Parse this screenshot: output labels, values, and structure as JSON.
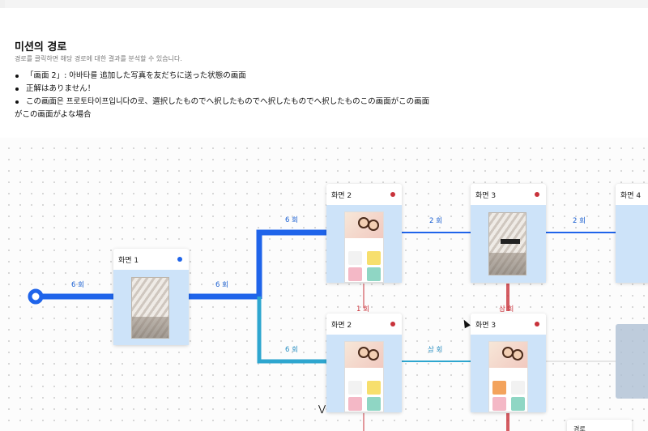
{
  "header": {
    "title": "미션의 경로",
    "subtitle": "경로를 클릭하면 해당 경로에 대한 결과를 분석할 수 있습니다."
  },
  "notes": [
    "「画面 2」: 아바타를 追加した写真を友だちに送った状態の画面",
    "正解はありません！",
    "この画面은 프로토타이프입니다の로、選択したものでへ択したものでへ択したものでへ択したものこの画面がこの画面",
    "がこの画面がよな場合"
  ],
  "cards": {
    "screen1": {
      "name": "화면 1",
      "status_color": "#1f64ea"
    },
    "screen2_top": {
      "name": "화면 2",
      "status_color": "#c8323a"
    },
    "screen3_top": {
      "name": "화면 3",
      "status_color": "#c8323a"
    },
    "screen4_top": {
      "name": "화면 4"
    },
    "screen2_bottom": {
      "name": "화면 2",
      "status_color": "#c8323a"
    },
    "screen3_bottom": {
      "name": "화면 3",
      "status_color": "#c8323a"
    }
  },
  "edges": {
    "start_to_s1": "6 회",
    "s1_to_branch": "6 회",
    "branch_to_s2_top": "6 회",
    "s2_top_to_s3_top": "2 회",
    "s3_top_to_s4_top": "2 회",
    "branch_to_s2_bottom": "6 회",
    "s2_bottom_to_s3_bottom": "삼 회",
    "s2_top_drop": "1 회",
    "s3_top_drop": "삼 회"
  },
  "mini_panel": {
    "label": "경로"
  },
  "icons": {
    "expand": "double-chevron-down-icon",
    "cursor": "mouse-cursor-icon"
  },
  "colors": {
    "primary_path": "#1f64ea",
    "secondary_path": "#2ea6cf",
    "drop_path": "#c8323a",
    "thumb_bg": "#cde3f9"
  }
}
